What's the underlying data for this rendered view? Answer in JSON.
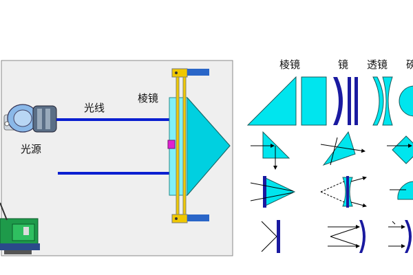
{
  "labels": {
    "source": "光源",
    "beam": "光线",
    "prism_main": "棱镜",
    "prism_header": "棱镜",
    "mirror_header": "镜",
    "lens_header": "透镜",
    "cut_header": "磅"
  },
  "colors": {
    "prism_fill": "#00e5ee",
    "beam": "#0a1fd0",
    "panel_bg": "#efefef",
    "frame_yellow": "#f0c800",
    "device_green": "#1e9a4a",
    "source_blue": "#8ab8e8",
    "mirror_dark": "#1a1aa0",
    "marker_magenta": "#e020d0"
  },
  "icons": [
    "light-source-icon",
    "laser-device-icon",
    "corner-cube-prism-icon",
    "lens-icon",
    "mirror-icon"
  ]
}
